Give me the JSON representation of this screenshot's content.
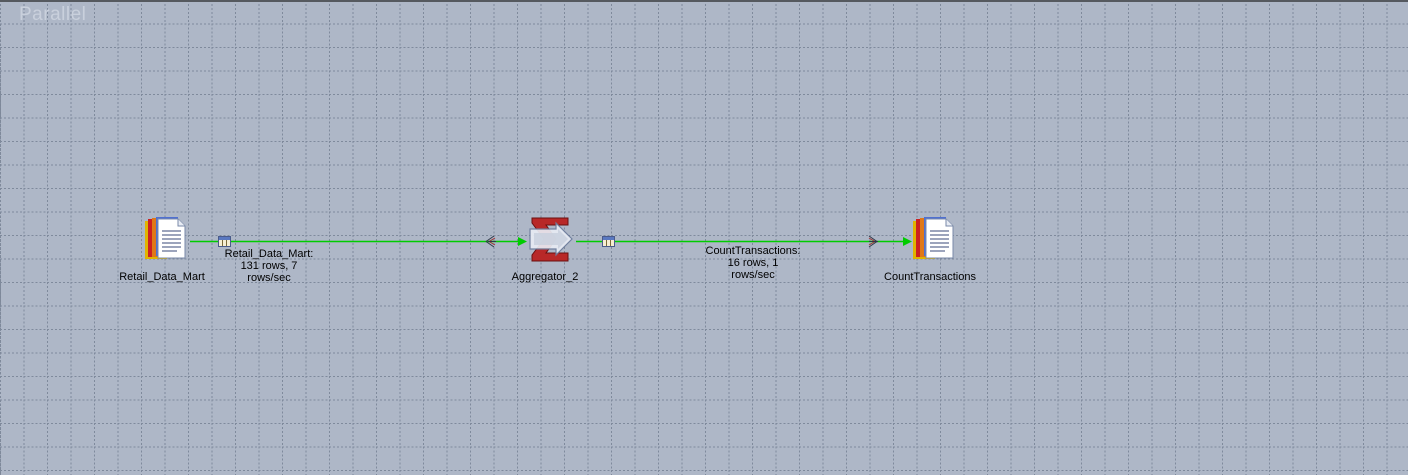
{
  "canvas": {
    "watermark": "Parallel"
  },
  "stages": [
    {
      "id": "source",
      "label": "Retail_Data_Mart",
      "icon": "sequential-file-icon"
    },
    {
      "id": "aggregator",
      "label": "Aggregator_2",
      "icon": "aggregator-sigma-icon"
    },
    {
      "id": "target",
      "label": "CountTransactions",
      "icon": "sequential-file-icon"
    }
  ],
  "links": [
    {
      "line1": "Retail_Data_Mart:",
      "line2": "131 rows, 7",
      "line3": "rows/sec",
      "color": "#00cc00"
    },
    {
      "line1": "CountTransactions:",
      "line2": "16 rows, 1",
      "line3": "rows/sec",
      "color": "#00cc00"
    }
  ],
  "colors": {
    "canvas_bg": "#aeb7c7",
    "grid_dot": "#7e8899",
    "link_line": "#00cc00"
  }
}
